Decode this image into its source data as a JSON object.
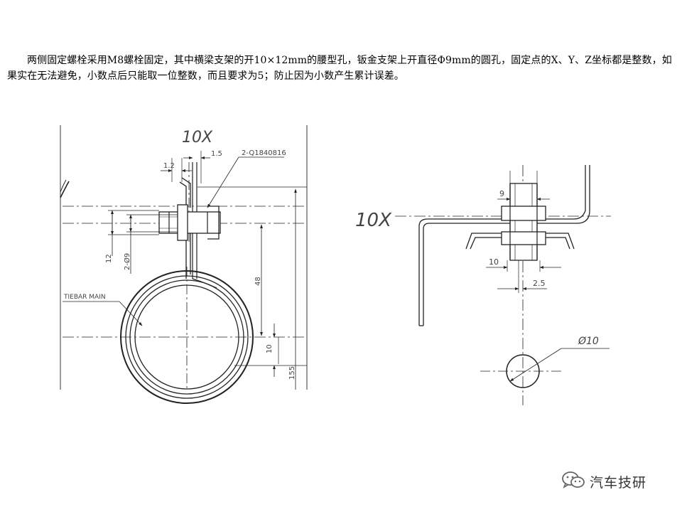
{
  "paragraph": "两侧固定螺栓采用M8螺栓固定，其中横梁支架的开10×12mm的腰型孔，钣金支架上开直径Φ9mm的圆孔，固定点的X、Y、Z坐标都是整数，如果实在无法避免，小数点后只能取一位整数，而且要求为5；防止因为小数产生累计误差。",
  "left_drawing": {
    "view_label": "10X",
    "dim_1_5": "1.5",
    "dim_1_2": "1.2",
    "part_no": "2-Q1840816",
    "dim_12": "12",
    "dim_phi9": "2-Ø9",
    "dim_48": "48",
    "dim_10": "10",
    "dim_155": "155",
    "tiebar": "TIEBAR MAIN"
  },
  "right_drawing": {
    "view_label": "10X",
    "dim_9": "9",
    "dim_10": "10",
    "dim_2_5": "2.5",
    "dim_phi10": "Ø10"
  },
  "watermark": {
    "icon": "wechat-icon",
    "text": "汽车技研"
  }
}
